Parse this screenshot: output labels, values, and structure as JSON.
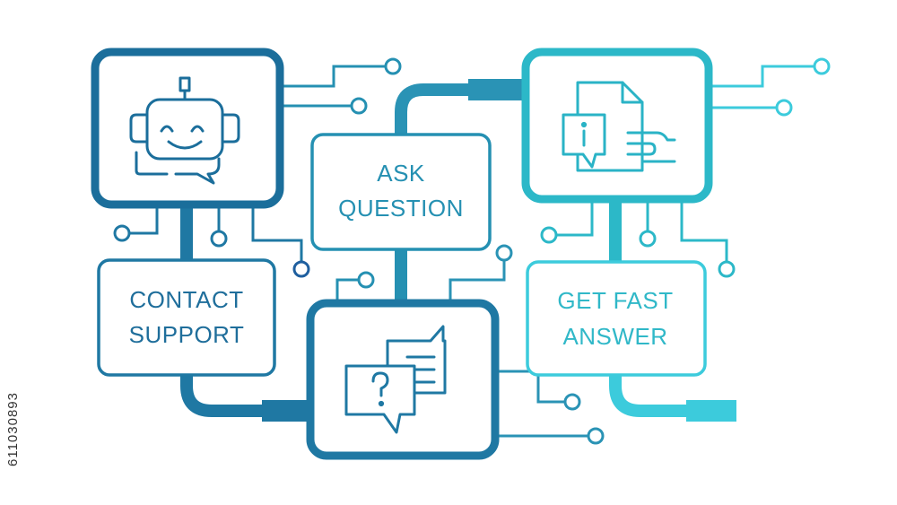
{
  "diagram": {
    "nodes": {
      "ask_question": {
        "line1": "ASK",
        "line2": "QUESTION"
      },
      "contact_support": {
        "line1": "CONTACT",
        "line2": "SUPPORT"
      },
      "get_fast_answer": {
        "line1": "GET FAST",
        "line2": "ANSWER"
      }
    },
    "icons": {
      "chatbot": "robot-chat-icon",
      "document_info": "document-info-icon",
      "question_bubbles": "question-chat-icon"
    },
    "info_glyph": "i",
    "question_glyph": "?",
    "colors": {
      "dark_blue": "#1b6e9b",
      "mid_blue": "#2a93b5",
      "teal": "#27b3c4",
      "cyan": "#3ccbdc",
      "background": "#ffffff"
    }
  },
  "stock_id": "611030893"
}
